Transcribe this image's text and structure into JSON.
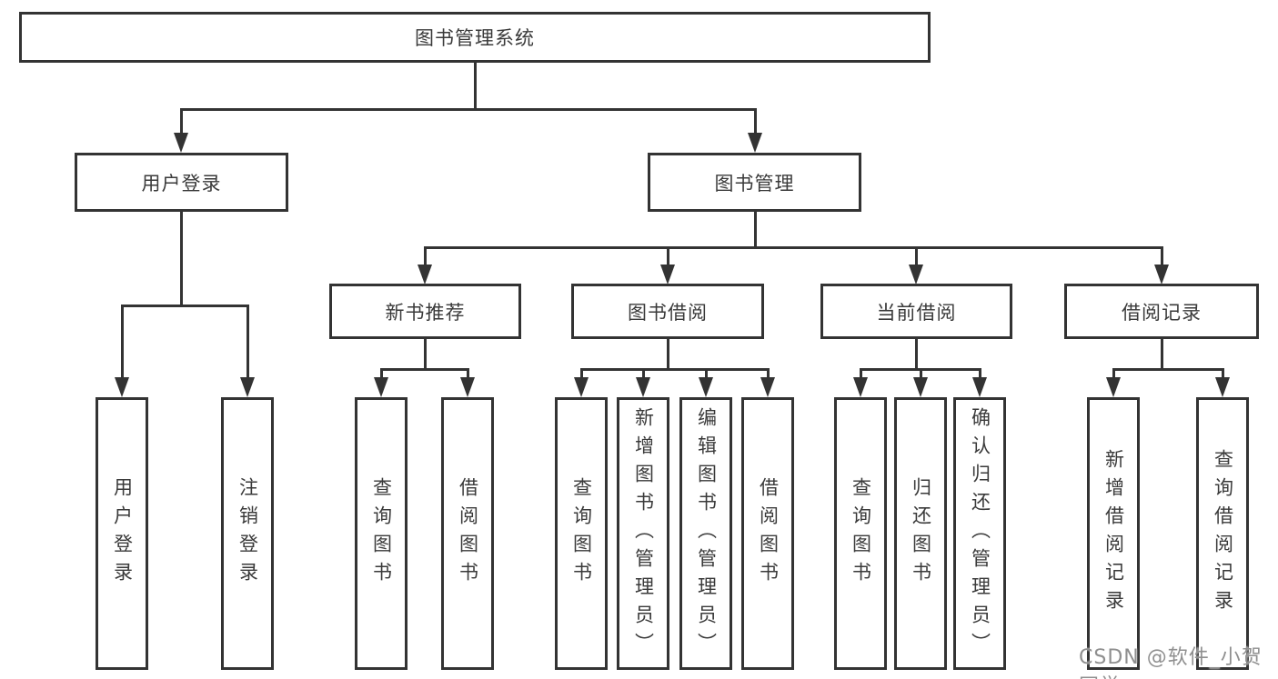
{
  "nodes": {
    "root": "图书管理系统",
    "user_login": "用户登录",
    "book_management": "图书管理",
    "new_book_recommend": "新书推荐",
    "book_borrowing": "图书借阅",
    "current_borrowing": "当前借阅",
    "borrowing_records": "借阅记录"
  },
  "leaves": {
    "user_login": [
      "用户登录",
      "注销登录"
    ],
    "new_book_recommend": [
      "查询图书",
      "借阅图书"
    ],
    "book_borrowing": [
      "查询图书",
      "新增图书（管理员）",
      "编辑图书（管理员）",
      "借阅图书"
    ],
    "current_borrowing": [
      "查询图书",
      "归还图书",
      "确认归还（管理员）"
    ],
    "borrowing_records": [
      "新增借阅记录",
      "查询借阅记录"
    ]
  },
  "watermark": {
    "text": "CSDN @软件_小贺同学"
  },
  "colors": {
    "line": "#333333",
    "text": "#3a3a3a",
    "watermark": "#8f8f8f",
    "background": "#ffffff"
  }
}
